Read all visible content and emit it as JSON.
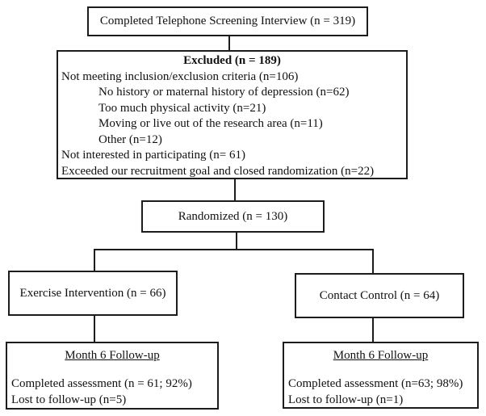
{
  "flowchart": {
    "screening_box": {
      "label": "Completed Telephone Screening Interview (n = 319)"
    },
    "excluded_box": {
      "title": "Excluded (n = 189)",
      "lines": [
        "Not meeting inclusion/exclusion criteria (n=106)",
        "No history or maternal history of depression (n=62)",
        "Too much physical activity (n=21)",
        "Moving or live out of the research area (n=11)",
        "Other (n=12)",
        "Not interested in participating (n= 61)",
        "Exceeded our recruitment goal and closed randomization (n=22)"
      ]
    },
    "randomized_box": {
      "label": "Randomized (n = 130)"
    },
    "exercise_box": {
      "label": "Exercise Intervention (n = 66)"
    },
    "control_box": {
      "label": "Contact Control (n = 64)"
    },
    "exercise_followup_box": {
      "title": "Month 6 Follow-up",
      "lines": [
        "Completed assessment (n = 61; 92%)",
        "Lost to follow-up (n=5)"
      ]
    },
    "control_followup_box": {
      "title": "Month 6 Follow-up",
      "lines": [
        "Completed assessment (n=63; 98%)",
        "Lost to follow-up (n=1)"
      ]
    },
    "colors": {
      "line": "#1c1c1c",
      "background": "#ffffff",
      "text": "#111111"
    }
  }
}
